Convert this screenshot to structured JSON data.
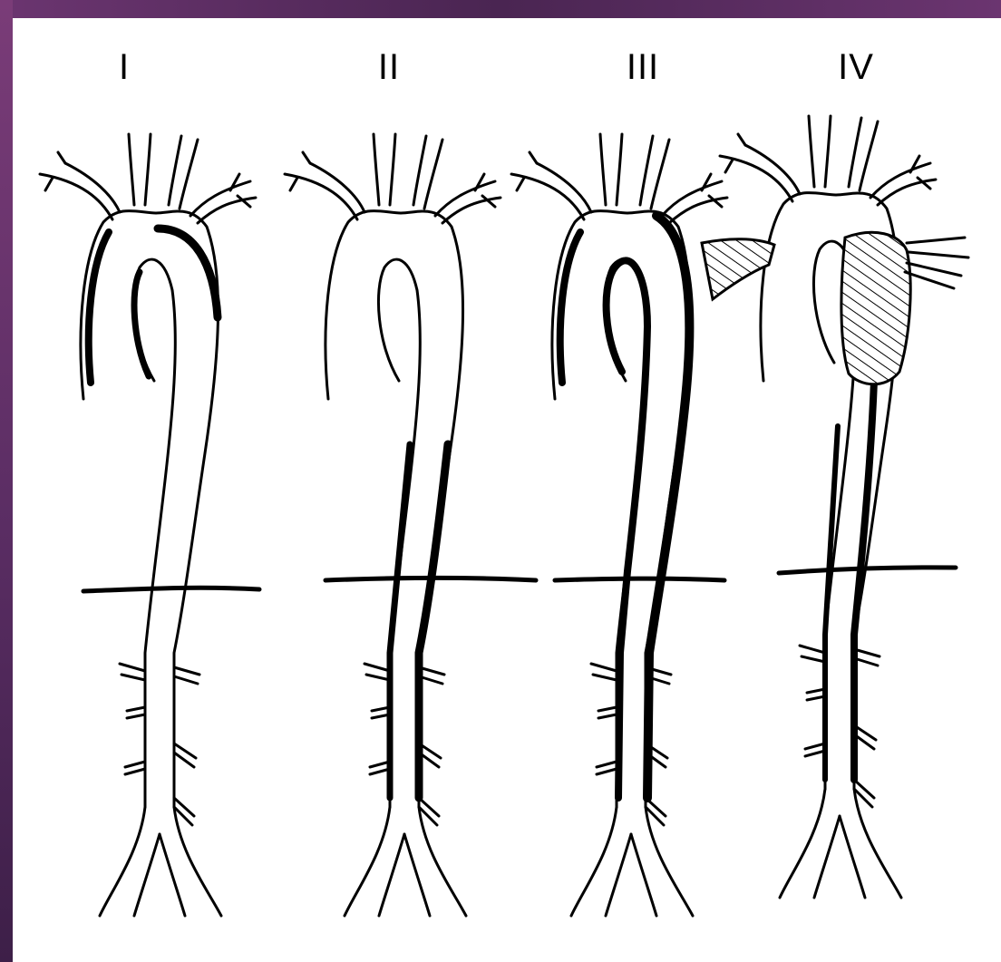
{
  "labels": {
    "type1": "I",
    "type2": "II",
    "type3": "III",
    "type4": "IV"
  },
  "colors": {
    "frame": "#5a2d63",
    "background": "#ffffff",
    "ink": "#000000"
  }
}
